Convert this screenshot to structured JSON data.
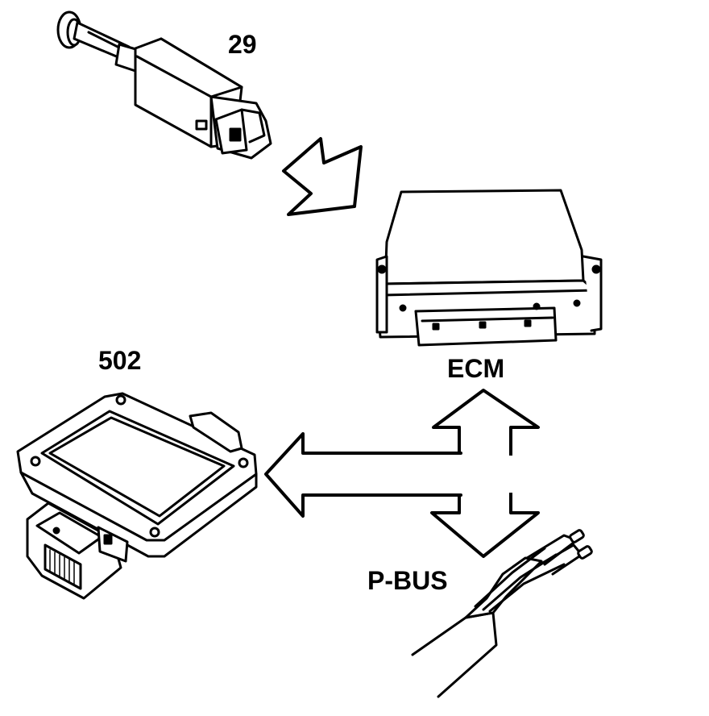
{
  "labels": {
    "switch": "29",
    "module": "502",
    "ecm": "ECM",
    "bus": "P-BUS"
  },
  "colors": {
    "stroke": "#000000",
    "fill": "#ffffff"
  }
}
